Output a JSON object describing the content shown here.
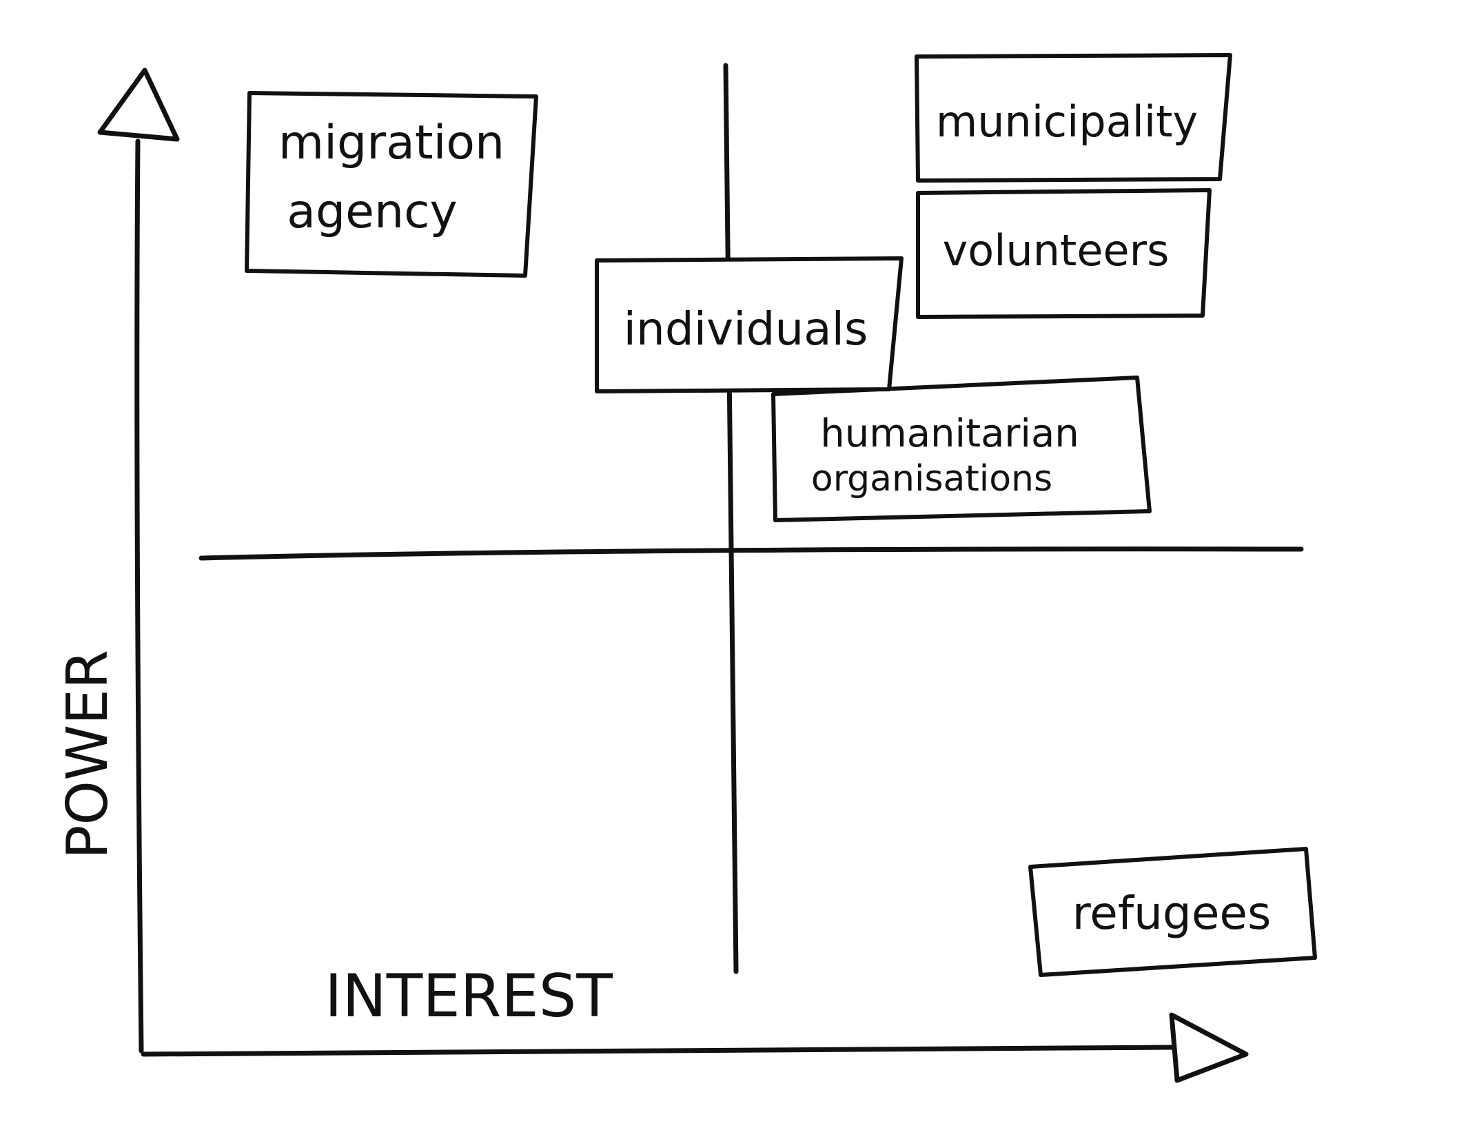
{
  "diagram": {
    "axes": {
      "y_label": "POWER",
      "x_label": "INTEREST"
    },
    "stakeholders": [
      {
        "label_lines": [
          "migration",
          "agency"
        ]
      },
      {
        "label_lines": [
          "municipality"
        ]
      },
      {
        "label_lines": [
          "volunteers"
        ]
      },
      {
        "label_lines": [
          "individuals"
        ]
      },
      {
        "label_lines": [
          "humanitarian",
          "organisations"
        ]
      },
      {
        "label_lines": [
          "refugees"
        ]
      }
    ],
    "colors": {
      "ink": "#111111",
      "paper": "#ffffff"
    }
  }
}
